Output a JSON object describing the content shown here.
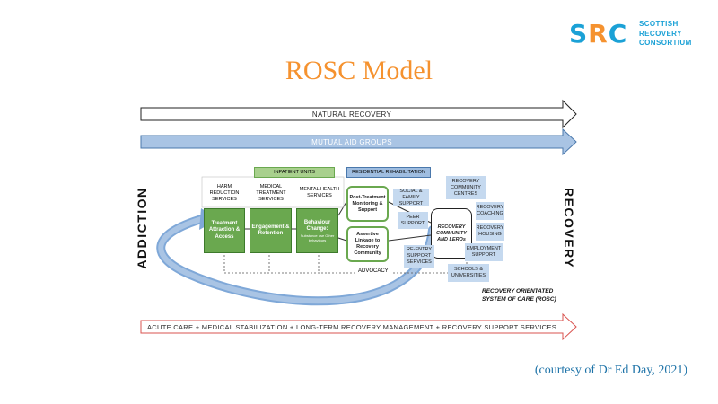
{
  "logo": {
    "big": "SRC",
    "line1": "SCOTTISH",
    "line2": "RECOVERY",
    "line3": "CONSORTIUM"
  },
  "title": "ROSC Model",
  "side_left": "ADDICTION",
  "side_right": "RECOVERY",
  "arrows": {
    "natural": "NATURAL RECOVERY",
    "mutual": "MUTUAL AID GROUPS",
    "bottom": "ACUTE CARE + MEDICAL STABILIZATION + LONG-TERM RECOVERY MANAGEMENT + RECOVERY SUPPORT SERVICES"
  },
  "headers": {
    "inpatient": "INPATIENT UNITS",
    "residential": "RESIDENTIAL REHABILITATION"
  },
  "service_labels": {
    "harm": "HARM REDUCTION SERVICES",
    "medical": "MEDICAL TREATMENT SERVICES",
    "mental": "MENTAL HEALTH SERVICES"
  },
  "green_boxes": {
    "treatment": "Treatment Attraction & Access",
    "engagement": "Engagement & Retention",
    "behaviour": "Behaviour Change:",
    "behaviour_sub": "Substance use Other behaviours"
  },
  "white_boxes": {
    "post": "Post-Treatment Monitoring & Support",
    "assertive": "Assertive Linkage to Recovery Community",
    "community": "RECOVERY COMMUNITY AND LEROs"
  },
  "blue_boxes": {
    "social": "SOCIAL & FAMILY SUPPORT",
    "peer": "PEER SUPPORT",
    "reentry": "RE-ENTRY SUPPORT SERVICES",
    "centres": "RECOVERY COMMUNITY CENTRES",
    "coaching": "RECOVERY COACHING",
    "housing": "RECOVERY HOUSING",
    "employment": "EMPLOYMENT SUPPORT",
    "schools": "SCHOOLS & UNIVERSITIES"
  },
  "advocacy": "ADVOCACY",
  "rosc_caption_1": "RECOVERY ORIENTATED",
  "rosc_caption_2": "SYSTEM OF CARE (ROSC)",
  "courtesy": "(courtesy of Dr Ed Day, 2021)",
  "colors": {
    "orange": "#f5922f",
    "blue": "#1ba1d6",
    "green": "#6aa84f",
    "light_blue": "#c5d9ef"
  }
}
